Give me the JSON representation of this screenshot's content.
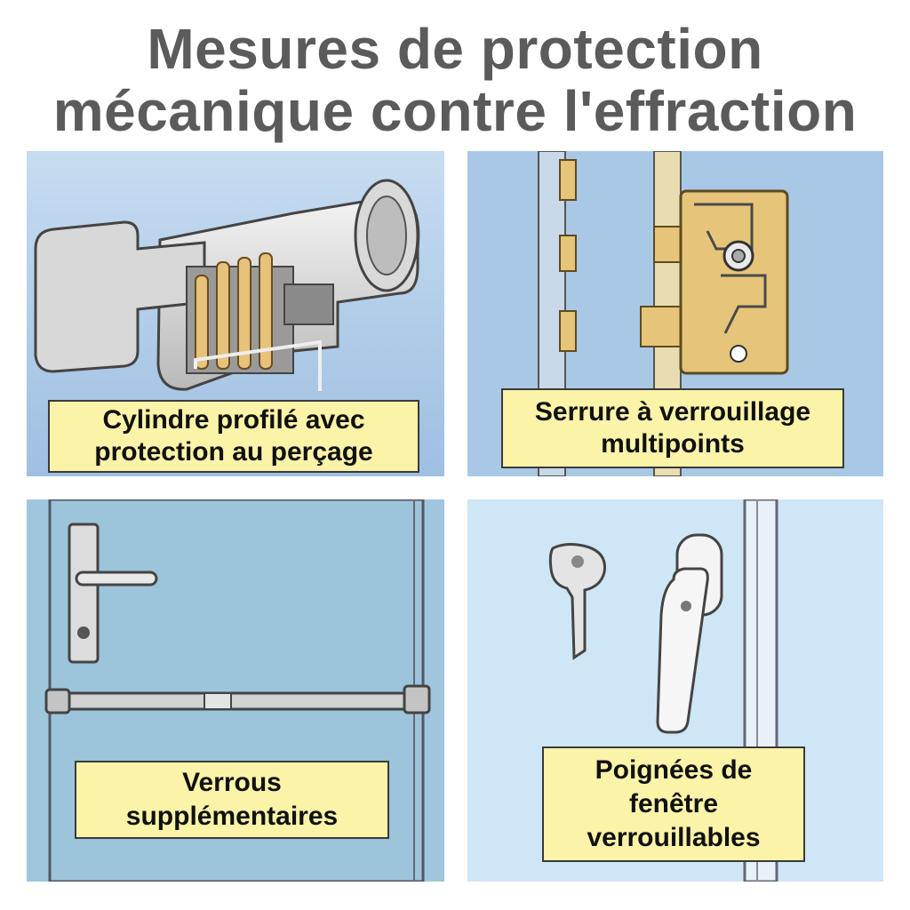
{
  "title": {
    "line1": "Mesures de protection",
    "line2": "mécanique contre l'effraction"
  },
  "panels": [
    {
      "id": "cylinder",
      "label": [
        "Cylindre profilé avec",
        "protection au perçage"
      ],
      "icon": "lock-cylinder"
    },
    {
      "id": "multipoint",
      "label": [
        "Serrure à verrouillage",
        "multipoints"
      ],
      "icon": "multipoint-lock"
    },
    {
      "id": "bolts",
      "label": [
        "Verrous",
        "supplémentaires"
      ],
      "icon": "door-bar-bolt"
    },
    {
      "id": "window",
      "label": [
        "Poignées de",
        "fenêtre",
        "verrouillables"
      ],
      "icon": "window-handle"
    }
  ],
  "colors": {
    "title": "#5b5b5b",
    "label_bg": "#fbf3a8",
    "panel_blue": "#a9c8e6",
    "door_blue": "#9fc6dc",
    "window_blue": "#cfe6f6",
    "brass": "#e6c47a"
  }
}
